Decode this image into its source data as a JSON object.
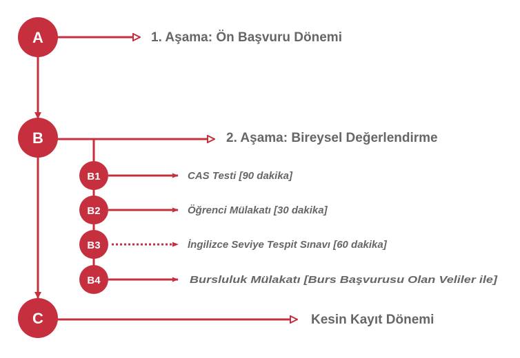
{
  "colors": {
    "accent": "#c62f3e",
    "text": "#666666",
    "node_text": "#ffffff"
  },
  "stages": [
    {
      "letter": "A",
      "label": "1. Aşama: Ön Başvuru Dönemi"
    },
    {
      "letter": "B",
      "label": "2. Aşama: Bireysel Değerlendirme"
    },
    {
      "letter": "C",
      "label": "Kesin Kayıt Dönemi"
    }
  ],
  "substeps": [
    {
      "letter": "B1",
      "label": "CAS Testi [90 dakika]",
      "line": "solid"
    },
    {
      "letter": "B2",
      "label": "Öğrenci Mülakatı [30 dakika]",
      "line": "solid"
    },
    {
      "letter": "B3",
      "label": "İngilizce Seviye Tespit Sınavı [60 dakika]",
      "line": "dotted"
    },
    {
      "letter": "B4",
      "label": "Bursluluk Mülakatı [Burs Başvurusu Olan Veliler ile]",
      "line": "solid"
    }
  ]
}
